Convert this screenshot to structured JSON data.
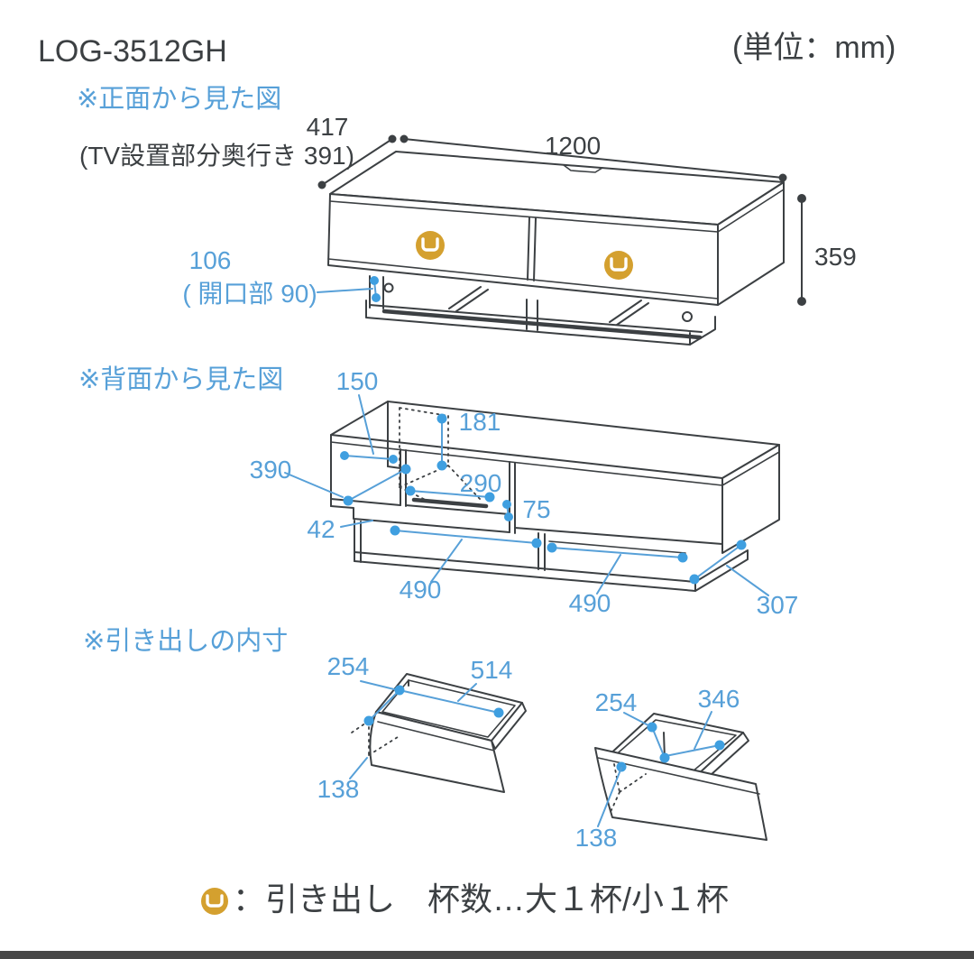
{
  "window": {
    "title": "LOG-3512GH",
    "unit_note": "(単位：mm)"
  },
  "front_view": {
    "heading": "※正面から見た図",
    "depth": "417",
    "tv_depth_note": "(TV設置部分奥行き 391)",
    "width": "1200",
    "height": "359",
    "opening_height": "106",
    "opening_note": "( 開口部 90)"
  },
  "back_view": {
    "heading": "※背面から見た図",
    "shelf_depth": "150",
    "cutout_height": "181",
    "inner_depth": "390",
    "slot_width": "290",
    "slot_height": "75",
    "rail_height": "42",
    "leg_span_left": "490",
    "leg_span_right": "490",
    "base_depth": "307"
  },
  "drawer_view": {
    "heading": "※引き出しの内寸",
    "large": {
      "depth": "254",
      "width": "514",
      "height": "138"
    },
    "small": {
      "depth": "254",
      "width": "346",
      "height": "138"
    }
  },
  "legend": {
    "icon": "drawer-handle-icon",
    "text": "：引き出し　杯数…大１杯/小１杯"
  },
  "colors": {
    "ink": "#3c4043",
    "blue": "#57a0d8",
    "dot-blue": "#3f9fe0",
    "gold": "#d4a02f",
    "bar": "#474747"
  }
}
